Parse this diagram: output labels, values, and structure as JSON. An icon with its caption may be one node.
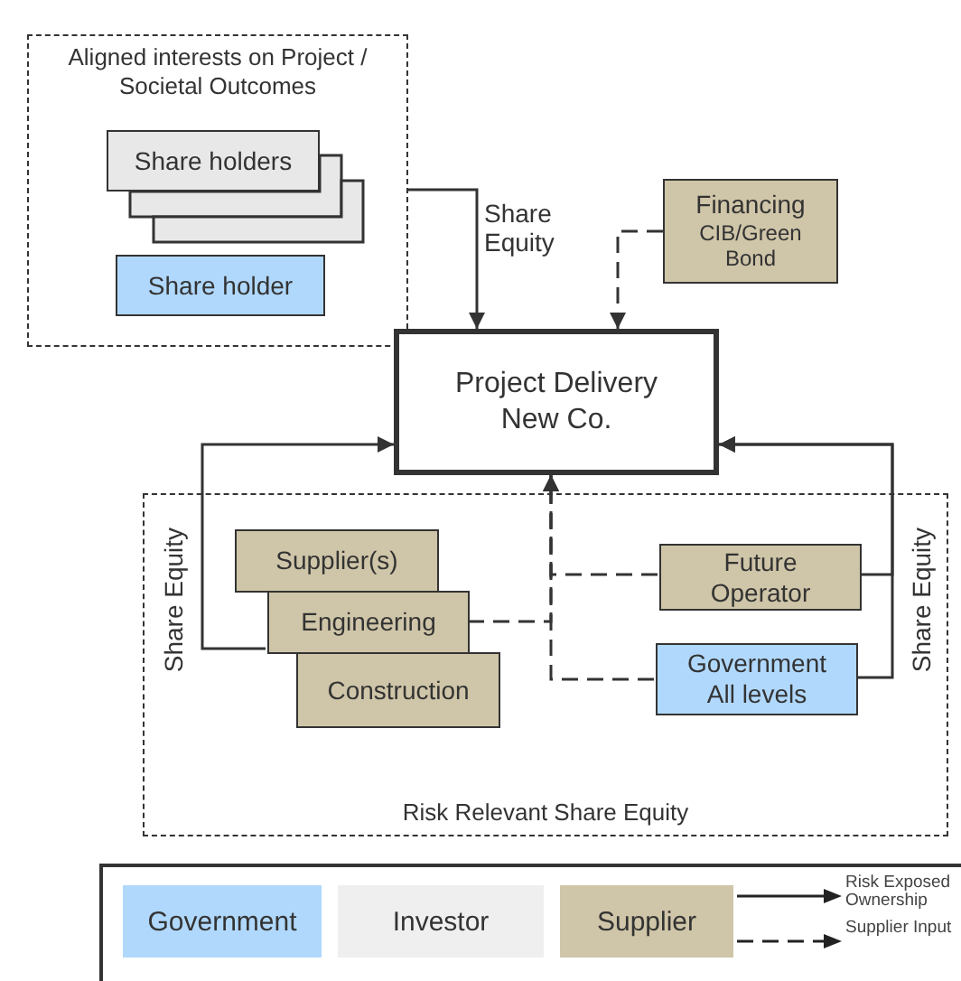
{
  "diagram": {
    "nodes": [
      {
        "text": [
          "Aligned interests on Project / Societal Outcomes"
        ]
      },
      {
        "text": [
          "Share holders"
        ],
        "in": 0
      },
      {
        "text": [
          "Share holder"
        ],
        "in": 0
      },
      {
        "text": [
          "Financing",
          "CIB/Green Bond"
        ]
      },
      {
        "text": [
          "Project Delivery New Co."
        ]
      },
      {
        "text": [
          "Risk Relevant Share Equity"
        ]
      },
      {
        "text": [
          "Supplier(s)"
        ],
        "in": 5
      },
      {
        "text": [
          "Engineering"
        ],
        "in": 5
      },
      {
        "text": [
          "Construction"
        ],
        "in": 5
      },
      {
        "text": [
          "Future Operator"
        ],
        "in": 5
      },
      {
        "text": [
          "Government All levels"
        ],
        "in": 5
      }
    ],
    "edges": [
      {
        "from": 0,
        "to": 4,
        "arrow": "to",
        "label": "Share Equity"
      },
      {
        "from": 3,
        "to": 4,
        "arrow": "to",
        "style": "dashed"
      },
      {
        "from": 7,
        "to": 4,
        "arrow": "to",
        "label": "Share Equity"
      },
      {
        "from": 9,
        "to": 4,
        "arrow": "to",
        "label": "Share Equity"
      },
      {
        "from": 10,
        "to": 4,
        "arrow": "to"
      },
      {
        "from": 7,
        "to": 4,
        "arrow": "to",
        "style": "dashed"
      },
      {
        "from": 9,
        "to": 4,
        "arrow": "to",
        "style": "dashed"
      },
      {
        "from": 10,
        "to": 4,
        "arrow": "to",
        "style": "dashed"
      }
    ],
    "legend": [
      {
        "text": "Government",
        "color": "#b0d8fc"
      },
      {
        "text": "Investor",
        "color": "#efefef"
      },
      {
        "text": "Supplier",
        "color": "#cfc5a8"
      },
      {
        "text": "Risk Exposed Ownership"
      },
      {
        "text": "Supplier Input"
      }
    ]
  }
}
